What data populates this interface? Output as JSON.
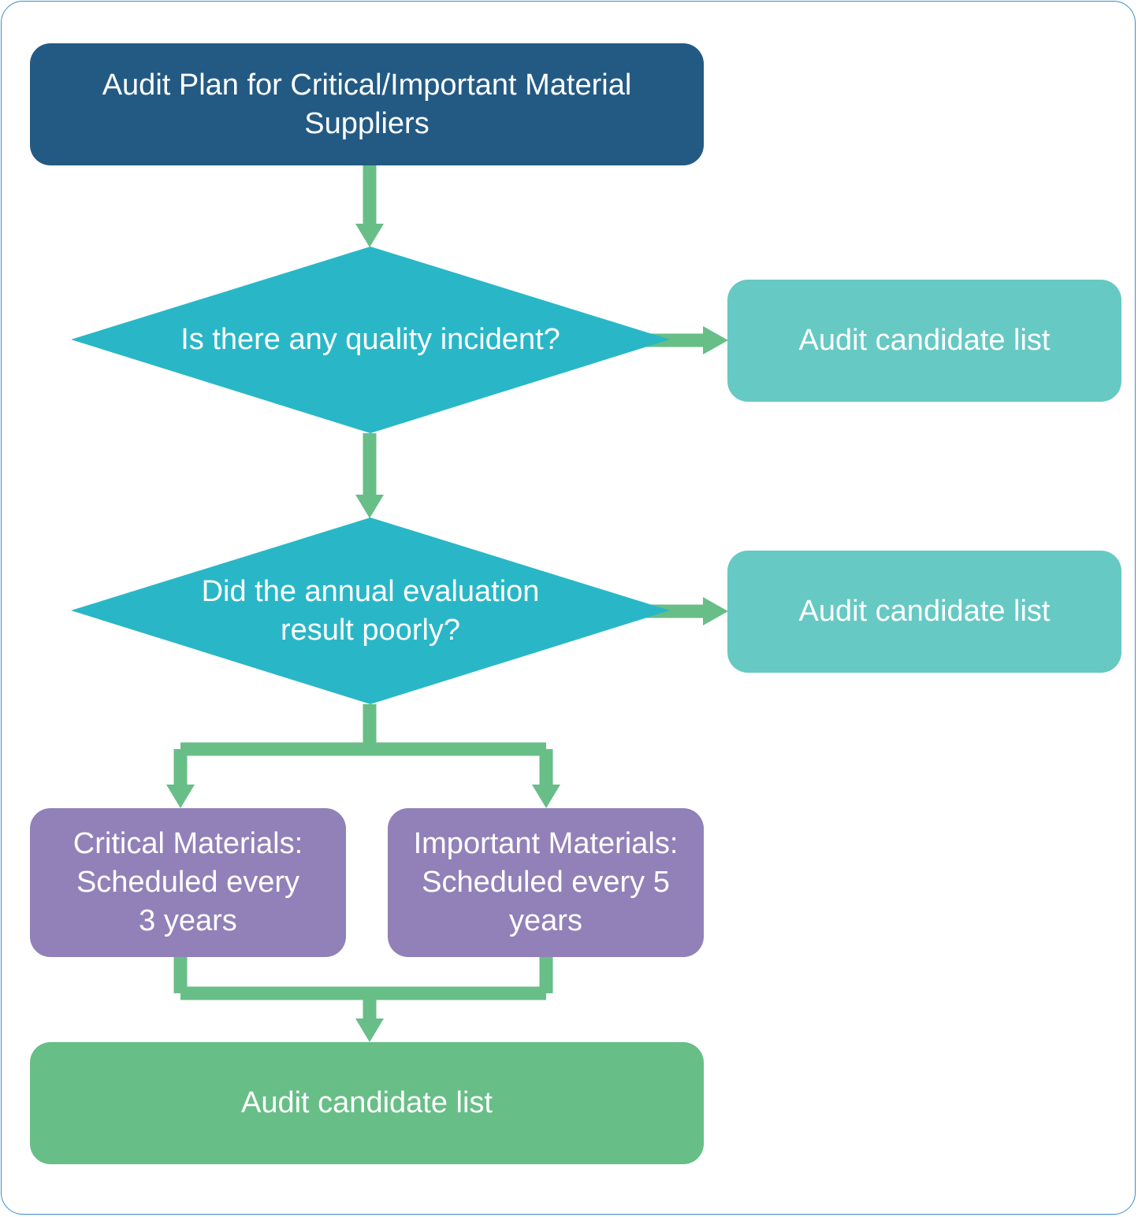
{
  "colors": {
    "frame_border": "#3a8ec9",
    "start_box": "#235a84",
    "decision": "#29b7c8",
    "side_result": "#66c9c3",
    "schedule_box": "#9181b8",
    "final_box": "#68be87",
    "connector": "#68be87"
  },
  "nodes": {
    "start": "Audit Plan for Critical/Important Material\nSuppliers",
    "decision1": "Is there any quality incident?",
    "decision2": "Did the annual evaluation\nresult poorly?",
    "result1": "Audit candidate list",
    "result2": "Audit candidate list",
    "critical": "Critical Materials:\nScheduled every\n3 years",
    "important": "Important Materials:\nScheduled every 5\nyears",
    "final": "Audit candidate list"
  }
}
